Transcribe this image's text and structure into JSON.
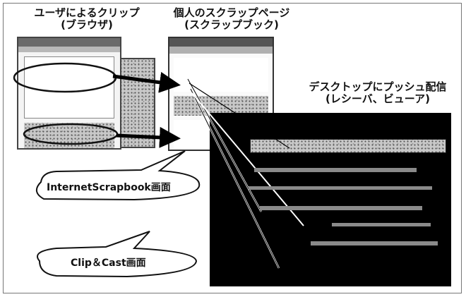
{
  "labels": {
    "browser_title": "ユーザによるクリップ",
    "browser_sub": "(ブラウザ)",
    "scrapbook_title": "個人のスクラップページ",
    "scrapbook_sub": "(スクラップブック)",
    "push_title": "デスクトップにプッシュ配信",
    "push_sub": "(レシーバ、ビューア)"
  },
  "callouts": {
    "internet_scrapbook": "InternetScrapbook画面",
    "clip_cast": "Clip＆Cast画面"
  }
}
